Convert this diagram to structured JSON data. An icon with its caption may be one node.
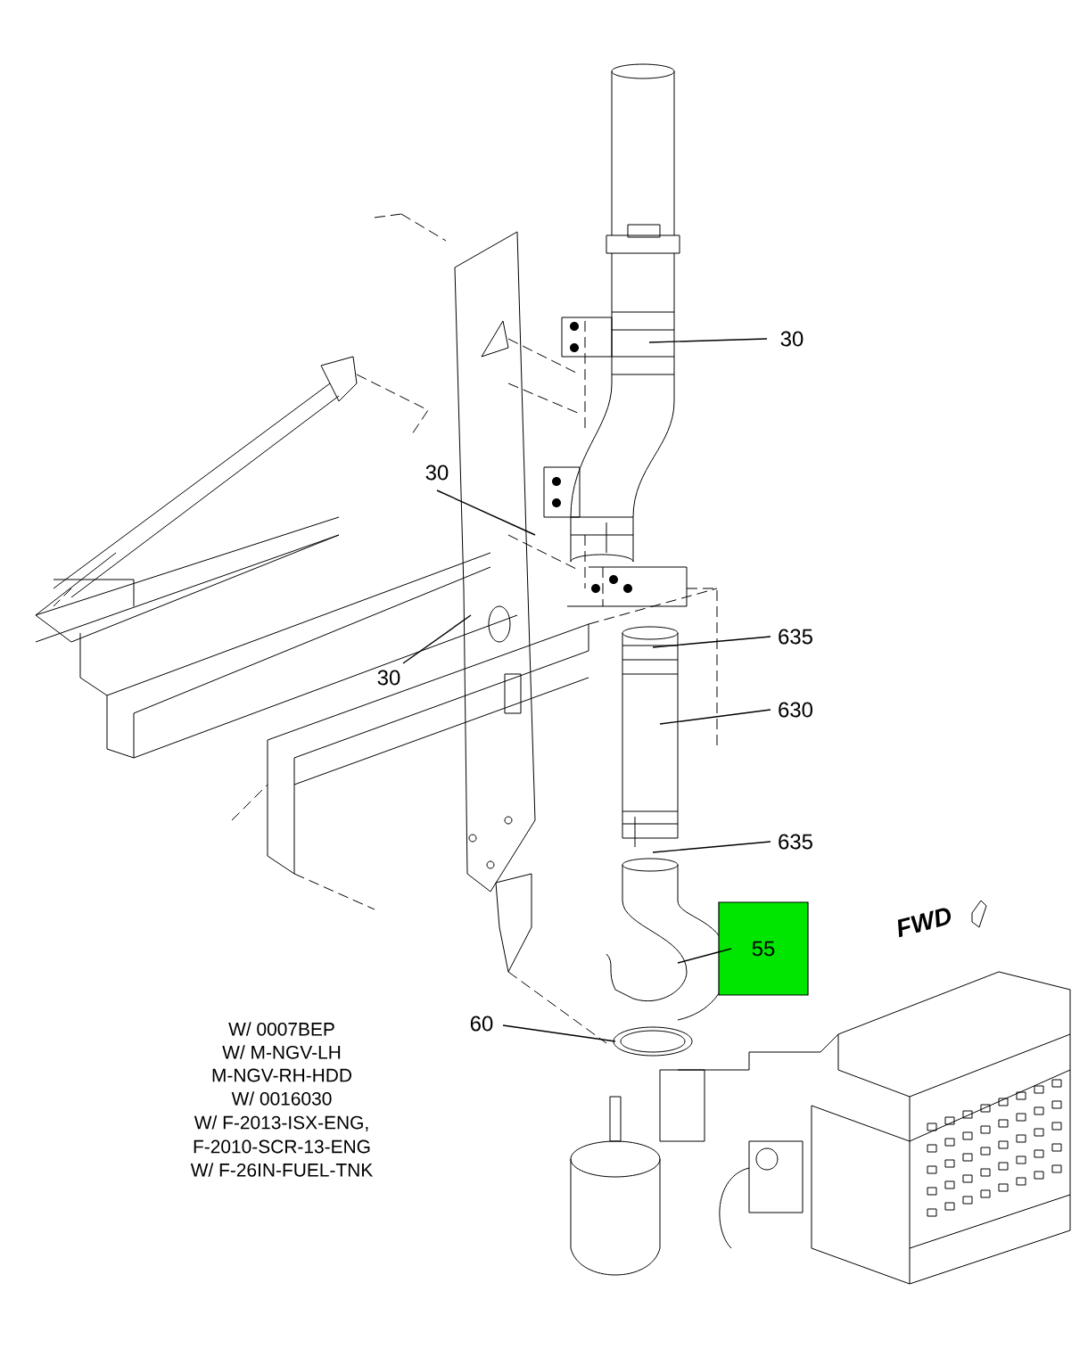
{
  "diagram": {
    "nodes": [
      {
        "text": [
          "30"
        ]
      },
      {
        "text": [
          "30"
        ]
      },
      {
        "text": [
          "30"
        ]
      },
      {
        "text": [
          "635"
        ]
      },
      {
        "text": [
          "630"
        ]
      },
      {
        "text": [
          "635"
        ]
      },
      {
        "text": [
          "55"
        ]
      },
      {
        "text": [
          "60"
        ]
      }
    ],
    "edges": [
      {
        "from": 0,
        "to": null,
        "arrow": "none"
      },
      {
        "from": 1,
        "to": null,
        "arrow": "none"
      },
      {
        "from": 2,
        "to": null,
        "arrow": "none"
      },
      {
        "from": 3,
        "to": null,
        "arrow": "none"
      },
      {
        "from": 4,
        "to": null,
        "arrow": "none"
      },
      {
        "from": 5,
        "to": null,
        "arrow": "none"
      },
      {
        "from": 6,
        "to": null,
        "arrow": "none"
      },
      {
        "from": 7,
        "to": null,
        "arrow": "none"
      }
    ],
    "labels": [
      "FWD",
      "W/ 0007BEP",
      "W/ M-NGV-LH",
      "M-NGV-RH-HDD",
      "W/ 0016030",
      "W/ F-2013-ISX-ENG,",
      "F-2010-SCR-13-ENG",
      "W/ F-26IN-FUEL-TNK"
    ]
  }
}
